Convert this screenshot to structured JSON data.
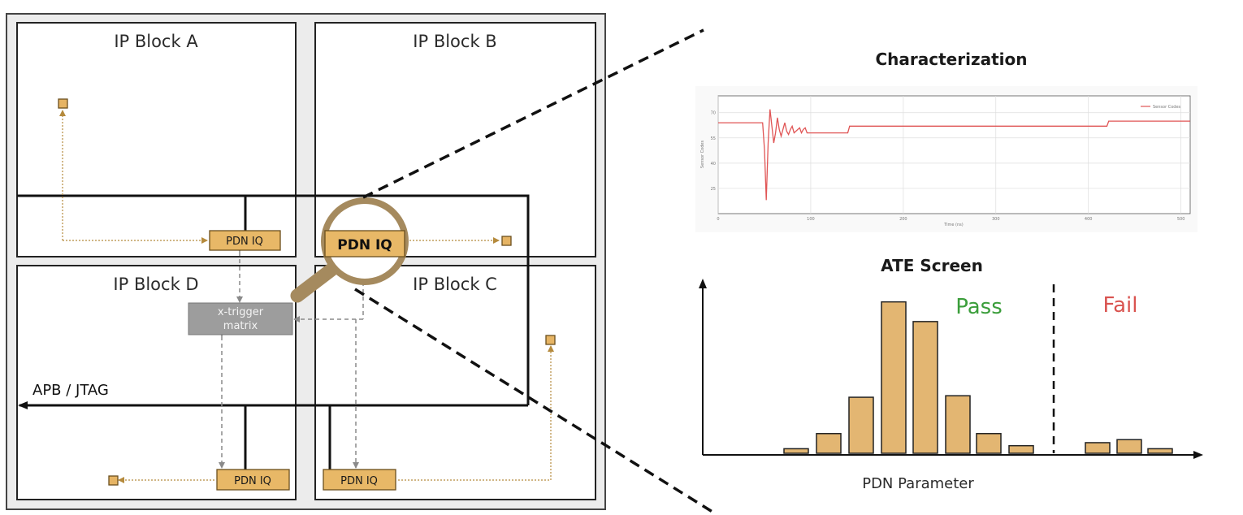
{
  "diagram": {
    "blocks": [
      {
        "id": "a",
        "title": "IP Block A"
      },
      {
        "id": "b",
        "title": "IP Block B"
      },
      {
        "id": "c",
        "title": "IP Block C"
      },
      {
        "id": "d",
        "title": "IP Block D"
      }
    ],
    "pdn_iq_label": "PDN IQ",
    "magnified_label": "PDN IQ",
    "xtrigger_line1": "x-trigger",
    "xtrigger_line2": "matrix",
    "bus_label": "APB / JTAG",
    "colors": {
      "pdn_fill": "#e8b867",
      "magnifier": "#a58a5e",
      "sensor": "#c8902c",
      "gray_box": "#9d9d9d"
    }
  },
  "characterization": {
    "title": "Characterization",
    "legend": "Sensor Codes",
    "xlabel": "Time (ns)",
    "ylabel": "Sensor Codes",
    "line_color": "#e05555",
    "chart_data": {
      "type": "line",
      "x_ticks": [
        "0",
        "100",
        "200",
        "300",
        "400",
        "500"
      ],
      "y_ticks": [
        "25",
        "40",
        "55",
        "70"
      ],
      "xlim": [
        0,
        510
      ],
      "ylim": [
        10,
        80
      ],
      "series": [
        {
          "name": "Sensor Codes",
          "x": [
            0,
            48,
            50,
            52,
            54,
            56,
            58,
            60,
            62,
            64,
            66,
            68,
            70,
            72,
            74,
            76,
            78,
            80,
            82,
            84,
            86,
            88,
            90,
            92,
            94,
            96,
            98,
            100,
            140,
            142,
            420,
            422,
            510
          ],
          "y": [
            64,
            64,
            48,
            18,
            52,
            72,
            62,
            52,
            58,
            67,
            60,
            56,
            60,
            64,
            59,
            57,
            60,
            62,
            58,
            59,
            60,
            61,
            58,
            60,
            61,
            58,
            58,
            58,
            58,
            62,
            62,
            65,
            65
          ]
        }
      ]
    }
  },
  "ate": {
    "title": "ATE Screen",
    "pass_label": "Pass",
    "fail_label": "Fail",
    "xlabel": "PDN Parameter",
    "pass_color": "#3b9e3b",
    "fail_color": "#d9534f",
    "bar_color": "#e3b672",
    "chart_data": {
      "type": "bar",
      "values": [
        3,
        13,
        37,
        100,
        87,
        38,
        13,
        5,
        7,
        9,
        3
      ],
      "ylim": [
        0,
        110
      ]
    }
  }
}
